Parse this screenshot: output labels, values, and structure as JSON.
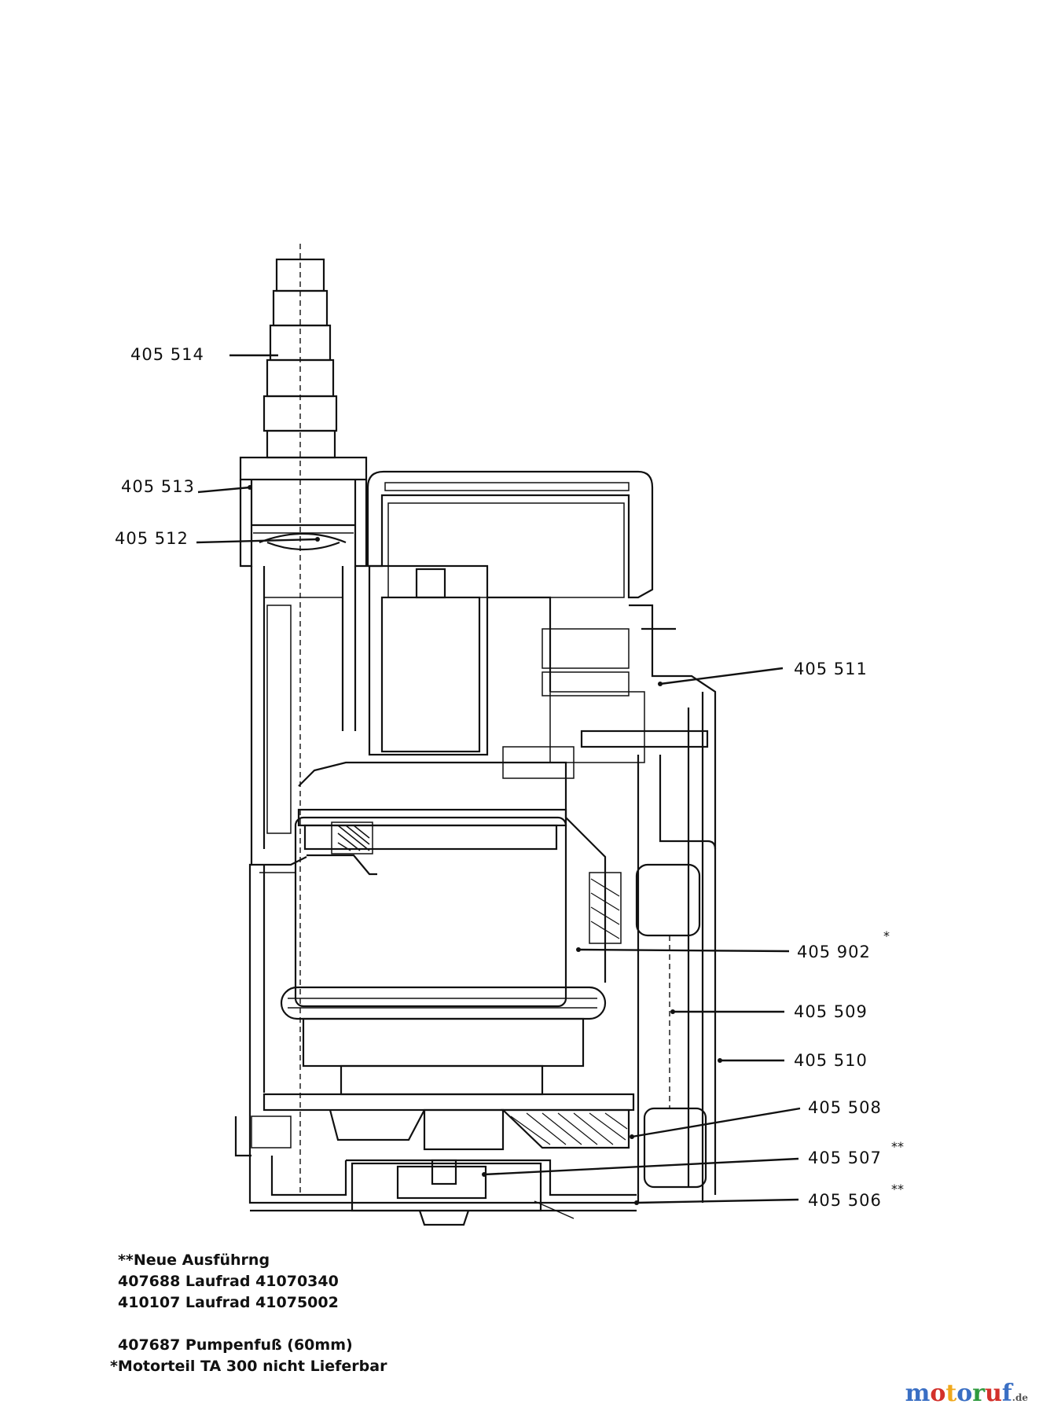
{
  "labels": {
    "p514": "405 514",
    "p513": "405 513",
    "p512": "405 512",
    "p511": "405 511",
    "p902": "405 902",
    "p509": "405 509",
    "p510": "405 510",
    "p508": "405 508",
    "p507": "405 507",
    "p506": "405 506"
  },
  "marks": {
    "single": "*",
    "double": "**"
  },
  "notes": {
    "line1": "**Neue Ausführng",
    "line2": "407688 Laufrad 41070340",
    "line3": "410107 Laufrad 41075002",
    "line4": "407687 Pumpenfuß (60mm)",
    "line5": "*Motorteil TA 300 nicht Lieferbar"
  },
  "watermark": {
    "letters": [
      "m",
      "o",
      "t",
      "o",
      "r",
      "u",
      "f"
    ],
    "colors": [
      "#3a6fc4",
      "#d3312b",
      "#f0a81c",
      "#3a6fc4",
      "#2e9a3e",
      "#d3312b",
      "#3a6fc4"
    ],
    "suffix": ".de"
  }
}
